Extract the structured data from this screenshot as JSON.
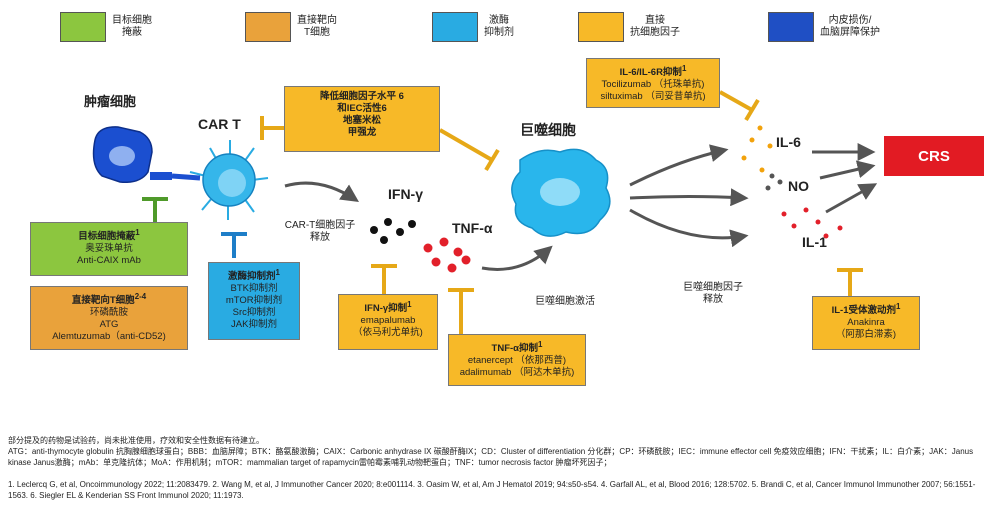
{
  "legend": [
    {
      "label": "目标细胞\n掩蔽",
      "color": "#8cc63f"
    },
    {
      "label": "直接靶向\nT细胞",
      "color": "#e9a23b"
    },
    {
      "label": "激酶\n抑制剂",
      "color": "#29abe2"
    },
    {
      "label": "直接\n抗细胞因子",
      "color": "#f7b928"
    },
    {
      "label": "内皮损伤/\n血脑屏障保护",
      "color": "#1f4fc4"
    }
  ],
  "labels": {
    "tumor_cell": "肿瘤细胞",
    "car_t": "CAR T",
    "macrophage": "巨噬细胞",
    "ifn_gamma": "IFN-γ",
    "tnf_alpha": "TNF-α",
    "il6": "IL-6",
    "no": "NO",
    "il1": "IL-1",
    "crs": "CRS",
    "car_t_release": "CAR-T细胞因子\n释放",
    "macrophage_activation": "巨噬细胞激活",
    "macrophage_release": "巨噬细胞因子\n释放"
  },
  "boxes": {
    "target_masking": {
      "title": "目标细胞掩蔽",
      "sup": "1",
      "lines": [
        "奥妥珠单抗",
        "Anti-CAIX mAb"
      ]
    },
    "t_cell": {
      "title": "直接靶向T细胞",
      "sup": "2-4",
      "lines": [
        "环磷酰胺",
        "ATG",
        "Alemtuzumab（anti-CD52)"
      ]
    },
    "kinase": {
      "title": "激酶抑制剂",
      "sup": "1",
      "lines": [
        "BTK抑制剂",
        "mTOR抑制剂",
        "Src抑制剂",
        "JAK抑制剂"
      ]
    },
    "reduce_cytokine": {
      "lines": [
        "降低细胞因子水平 6",
        "和IEC活性6",
        "地塞米松",
        "甲强龙"
      ]
    },
    "ifn_inhibit": {
      "title": "IFN-γ抑制",
      "sup": "1",
      "lines": [
        "emapalumab",
        "（依马利尤单抗)"
      ]
    },
    "tnf_inhibit": {
      "title": "TNF-α抑制",
      "sup": "1",
      "lines": [
        "etanercept （依那西普)",
        "adalimumab （阿达木单抗)"
      ]
    },
    "il6_inhibit": {
      "title": "IL-6/IL-6R抑制",
      "sup": "1",
      "lines": [
        "Tocilizumab （托珠单抗)",
        "siltuximab （司妥昔单抗)"
      ]
    },
    "il1_inhibit": {
      "title": "IL-1受体激动剂",
      "sup": "1",
      "lines": [
        "Anakinra",
        "（阿那白滞素)"
      ]
    }
  },
  "footnotes": [
    "部分提及的药物是试验药，尚未批准使用，疗效和安全性数据有待建立。",
    "ATG：anti-thymocyte globulin 抗胸腺细胞球蛋白；BBB：血脑屏障；BTK：酪氨酸激酶；CAIX：Carbonic anhydrase IX 碳酸酐酶IX；CD：Cluster of differentiation 分化群；CP：环磷酰胺；IEC：immune effector cell 免疫效应细胞；IFN：干扰素；IL：白介素；JAK：Janus kinase Janus激酶；mAb：单克隆抗体；MoA：作用机制；mTOR：mammalian target of rapamycin雷帕霉素哺乳动物靶蛋白；TNF：tumor necrosis factor 肿瘤坏死因子；",
    "1. Leclercq G, et al, Oncoimmunology 2022; 11:2083479. 2. Wang M, et al, J Immunother Cancer 2020; 8:e001114. 3. Oasim W, et al, Am J Hematol 2019; 94:s50-s54. 4. Garfall AL, et al, Blood 2016; 128:5702. 5. Brandi C, et al, Cancer Immunol Immunother 2007; 56:1551-1563. 6. Siegler EL & Kenderian SS Front Immunol 2020; 11:1973."
  ],
  "colors": {
    "inhibit_green": "#4f9a2a",
    "inhibit_blue": "#1e7ec8",
    "inhibit_yellow": "#e6a817",
    "ifn_dot": "#111111",
    "tnf_dot": "#e2202a",
    "il6_dot": "#f2a20c",
    "no_dot": "#555555",
    "il1_dot": "#e2202a",
    "crs": "#e21b23"
  }
}
